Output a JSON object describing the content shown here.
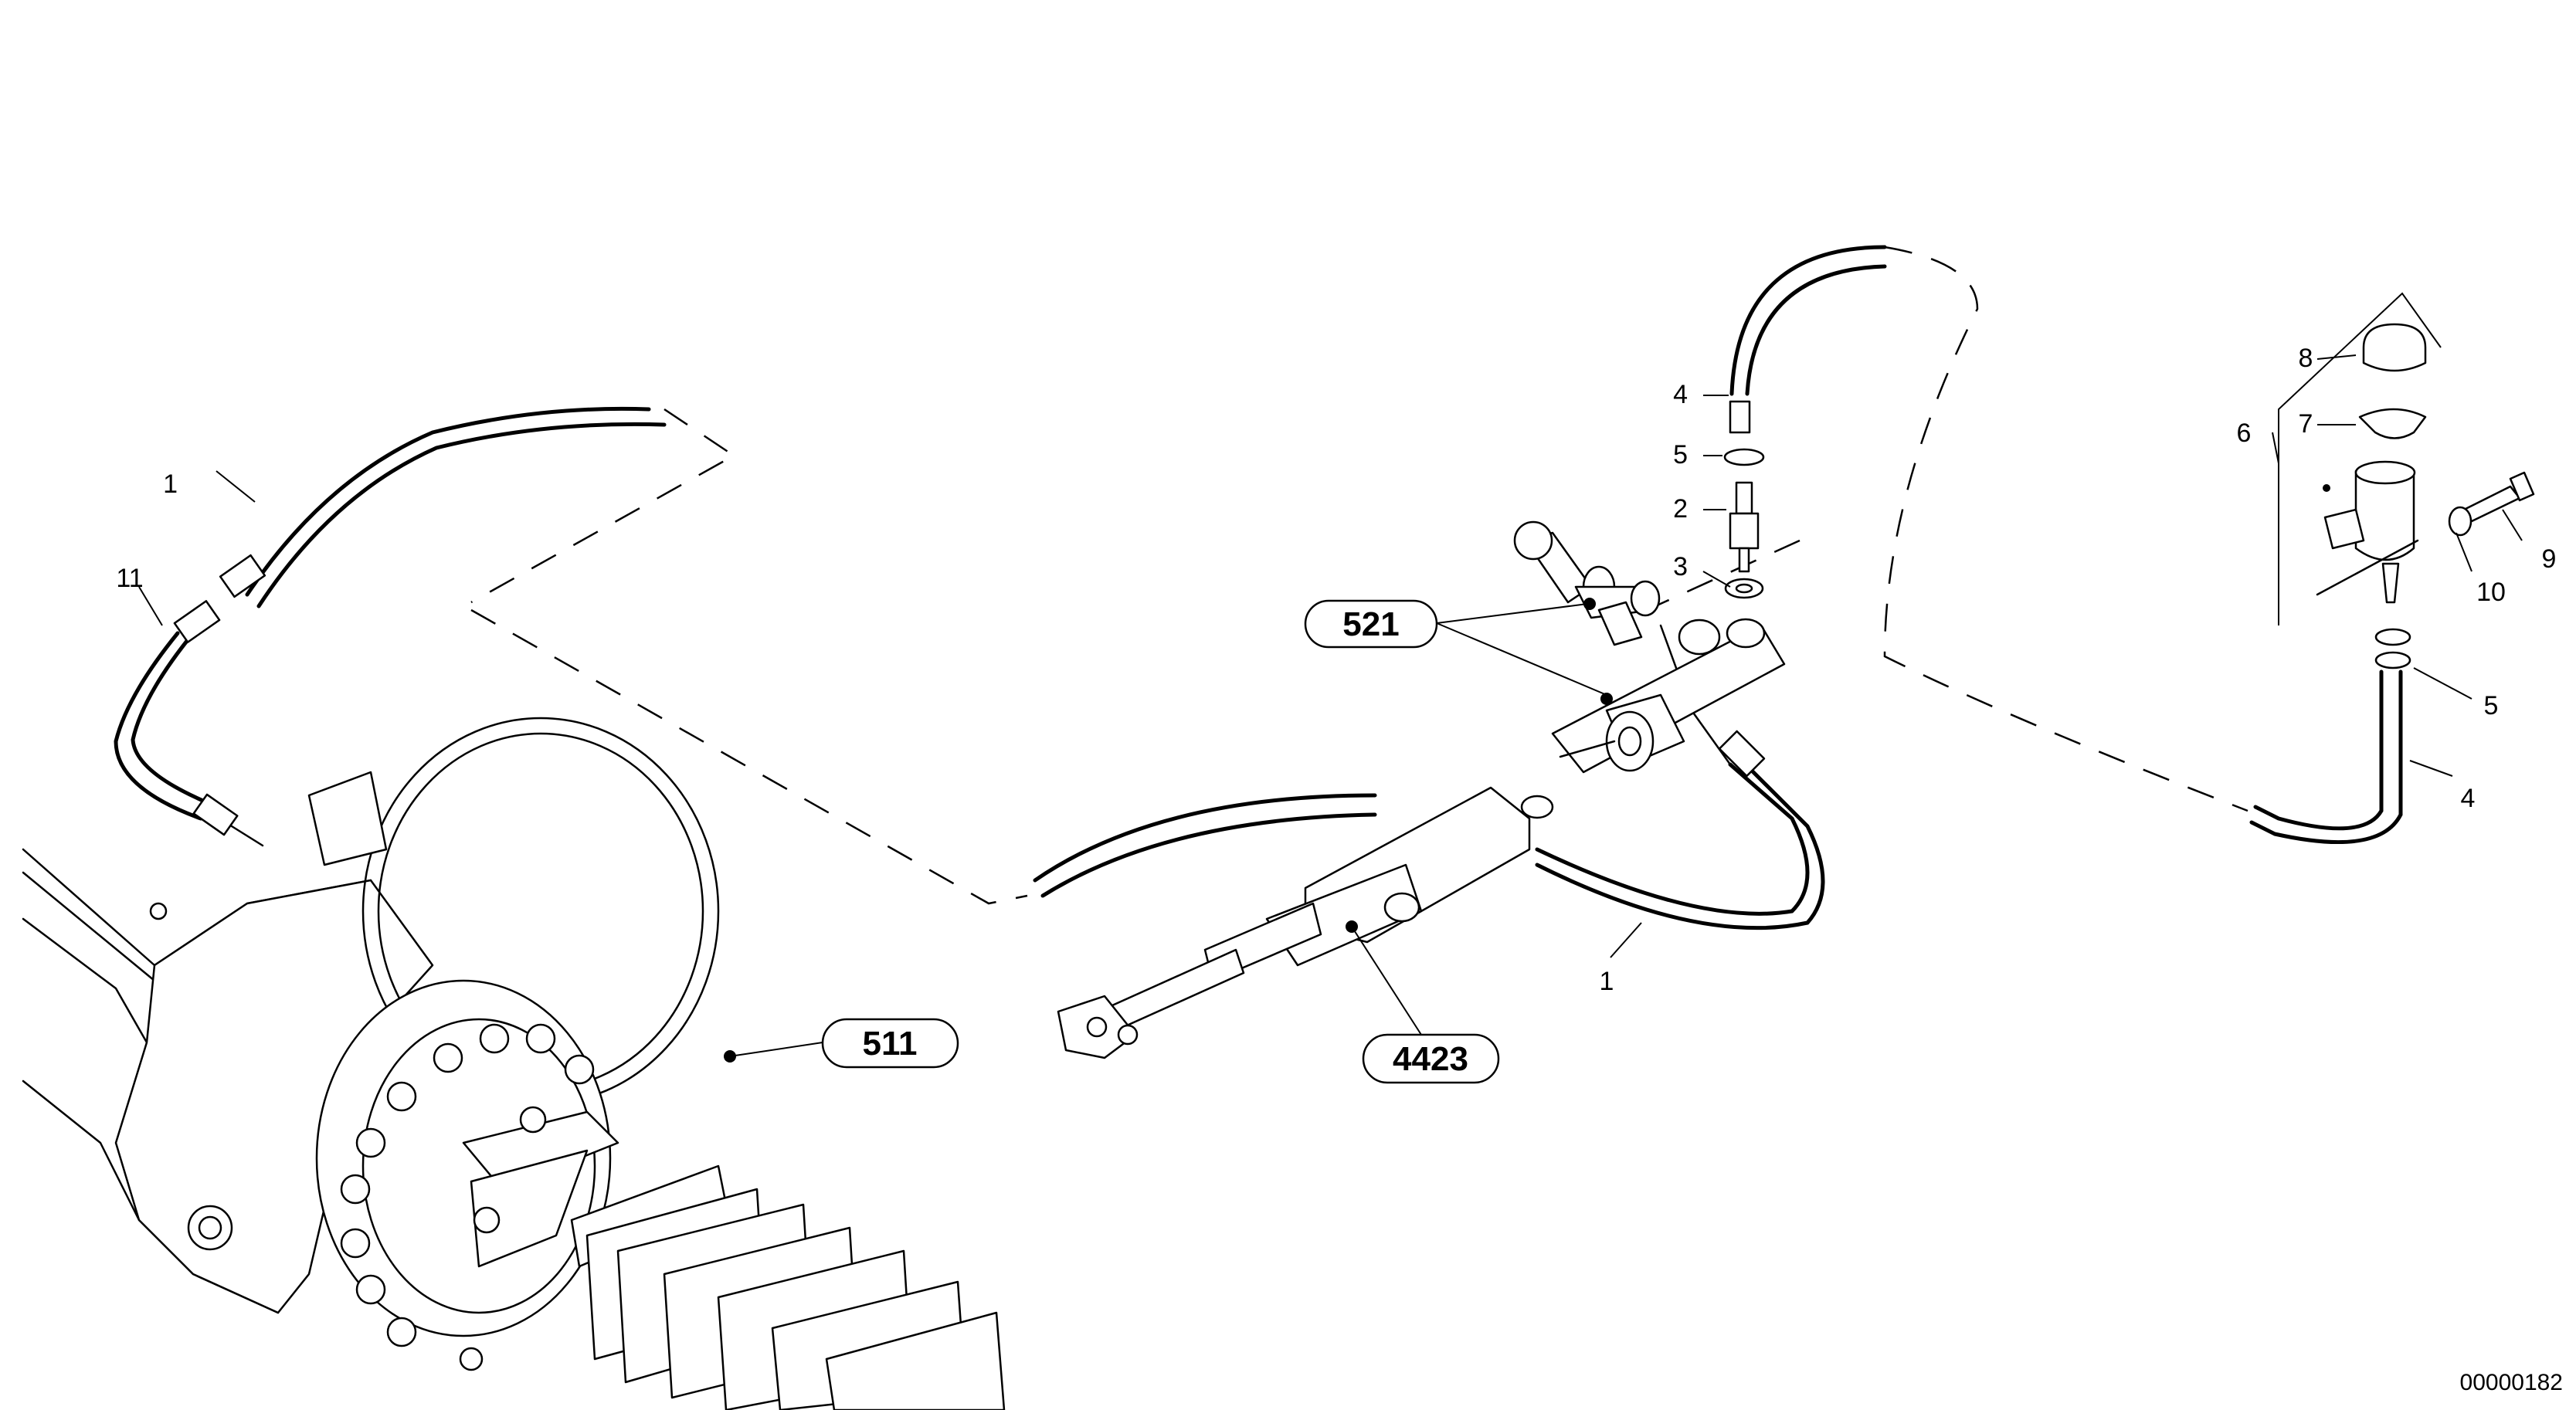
{
  "drawing": {
    "document_number": "00000182",
    "callouts": [
      {
        "id": "c-1-left",
        "text": "1"
      },
      {
        "id": "c-11",
        "text": "11"
      },
      {
        "id": "c-4-top",
        "text": "4"
      },
      {
        "id": "c-5-top",
        "text": "5"
      },
      {
        "id": "c-2",
        "text": "2"
      },
      {
        "id": "c-3",
        "text": "3"
      },
      {
        "id": "c-1-mid",
        "text": "1"
      },
      {
        "id": "c-8",
        "text": "8"
      },
      {
        "id": "c-7",
        "text": "7"
      },
      {
        "id": "c-6",
        "text": "6"
      },
      {
        "id": "c-9",
        "text": "9"
      },
      {
        "id": "c-10",
        "text": "10"
      },
      {
        "id": "c-5-right",
        "text": "5"
      },
      {
        "id": "c-4-right",
        "text": "4"
      }
    ],
    "references": [
      {
        "id": "ref-521",
        "text": "521"
      },
      {
        "id": "ref-511",
        "text": "511"
      },
      {
        "id": "ref-4423",
        "text": "4423"
      }
    ]
  }
}
